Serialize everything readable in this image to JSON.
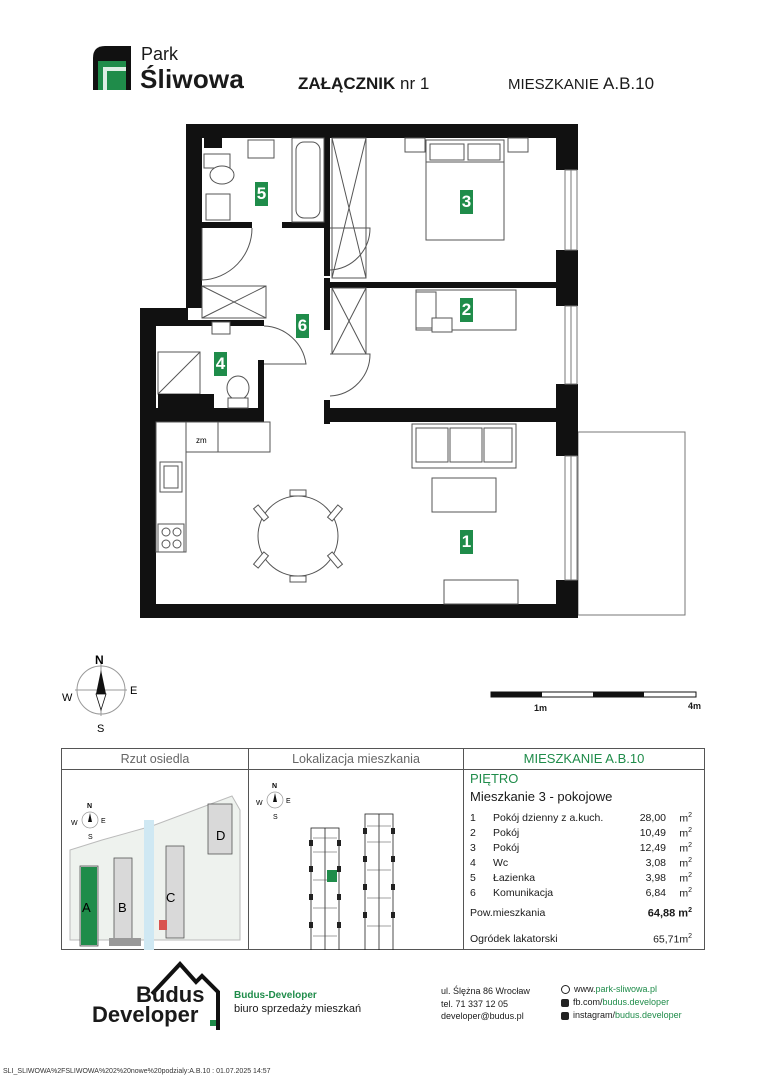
{
  "brand": {
    "park": "Park",
    "name": "Śliwowa"
  },
  "header": {
    "zal_bold": "ZAŁĄCZNIK",
    "zal_nr": " nr 1",
    "apt_prefix": "MIESZKANIE ",
    "apt_code": "A.B.10"
  },
  "plan": {
    "room_labels": [
      "1",
      "2",
      "3",
      "4",
      "5",
      "6"
    ],
    "kitchen_fridge": "zm",
    "compass": {
      "n": "N",
      "e": "E",
      "s": "S",
      "w": "W"
    },
    "scale": {
      "one": "1m",
      "four": "4m"
    }
  },
  "info": {
    "col1_head": "Rzut osiedla",
    "col2_head": "Lokalizacja mieszkania",
    "col3_head": "MIESZKANIE A.B.10",
    "site_labels": {
      "a": "A",
      "b": "B",
      "c": "C",
      "d": "D"
    },
    "mini_compass": {
      "n": "N",
      "e": "E",
      "s": "S",
      "w": "W"
    },
    "floor": "PIĘTRO",
    "apt_type": "Mieszkanie 3 - pokojowe",
    "rooms": [
      {
        "no": "1",
        "name": "Pokój dzienny z a.kuch.",
        "area": "28,00"
      },
      {
        "no": "2",
        "name": "Pokój",
        "area": "10,49"
      },
      {
        "no": "3",
        "name": "Pokój",
        "area": "12,49"
      },
      {
        "no": "4",
        "name": "Wc",
        "area": "3,08"
      },
      {
        "no": "5",
        "name": "Łazienka",
        "area": "3,98"
      },
      {
        "no": "6",
        "name": "Komunikacja",
        "area": "6,84"
      }
    ],
    "unit": "m",
    "unit_sup": "2",
    "total_label": "Pow.mieszkania",
    "total_value": "64,88 m",
    "garden_label": "Ogródek lakatorski",
    "garden_value": "65,71m"
  },
  "footer": {
    "logo_line1": "Budus",
    "logo_line2": "Developer",
    "company": "Budus-Developer",
    "subtitle": "biuro sprzedaży mieszkań",
    "address": "ul. Ślężna 86 Wrocław",
    "phone": "tel. 71 337 12 05",
    "email": "developer@budus.pl",
    "web_prefix": "www.",
    "web": "park-sliwowa.pl",
    "fb_prefix": "fb.com/",
    "fb": "budus.developer",
    "ig_prefix": "instagram/",
    "ig": "budus.developer",
    "path": "SLI_SLIWOWA%2FSLIWOWA%202%20nowe%20podzialy:A.B.10 : 01.07.2025 14:57"
  },
  "colors": {
    "brand_green": "#1f8c4a",
    "wall": "#111111",
    "room_fill": "#ffffff"
  }
}
